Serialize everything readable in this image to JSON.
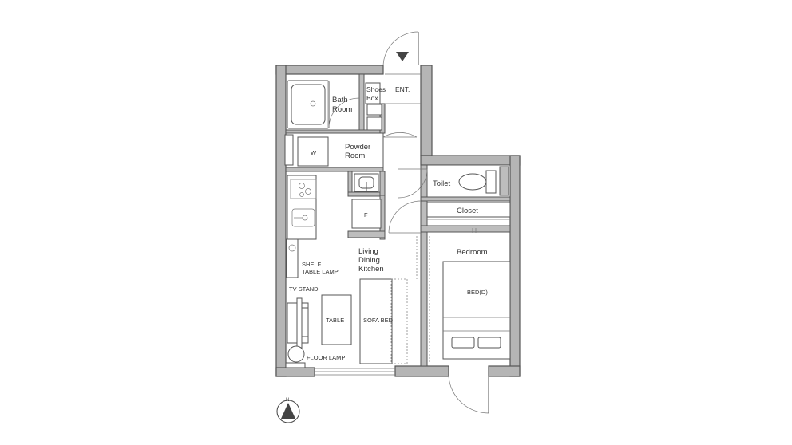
{
  "rooms": {
    "entrance": "ENT.",
    "shoes_box": [
      "Shoes",
      "Box"
    ],
    "bath_room": [
      "Bath",
      "Room"
    ],
    "powder_room": [
      "Powder",
      "Room"
    ],
    "toilet": "Toilet",
    "closet": "Closet",
    "bedroom": "Bedroom",
    "ldk": [
      "Living",
      "Dining",
      "Kitchen"
    ]
  },
  "fixtures": {
    "washer": "W",
    "fridge": "F",
    "shelf": "SHELF",
    "table_lamp": "TABLE LAMP",
    "tv_stand": "TV STAND",
    "table": "TABLE",
    "sofa_bed": "SOFA BED",
    "floor_lamp": "FLOOR LAMP",
    "bed": "BED(D)"
  },
  "compass": {
    "label": "N"
  }
}
